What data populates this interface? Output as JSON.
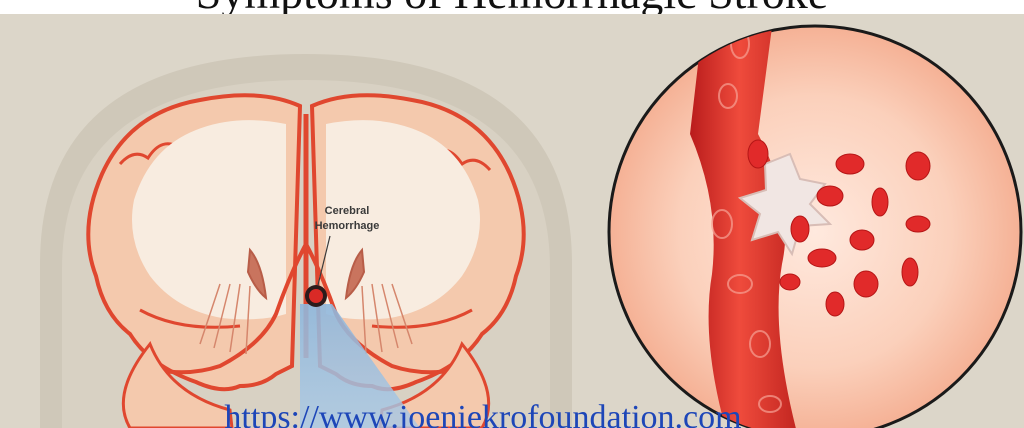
{
  "header": {
    "title": "Symptoms of Hemorrhagic Stroke"
  },
  "labels": {
    "callout_line1": "Cerebral",
    "callout_line2": "Hemorrhage"
  },
  "watermark": {
    "url": "https://www.joeniekrofoundation.com"
  },
  "colors": {
    "background": "#dcd6c9",
    "brain_tissue": "#f4c9ad",
    "white_matter": "#f8ece0",
    "vessels": "#e0472f",
    "blood": "#d92a26",
    "watermark": "#1d46b8"
  },
  "icons": [
    "brain-illustration",
    "blood-vessel-rupture-illustration"
  ]
}
